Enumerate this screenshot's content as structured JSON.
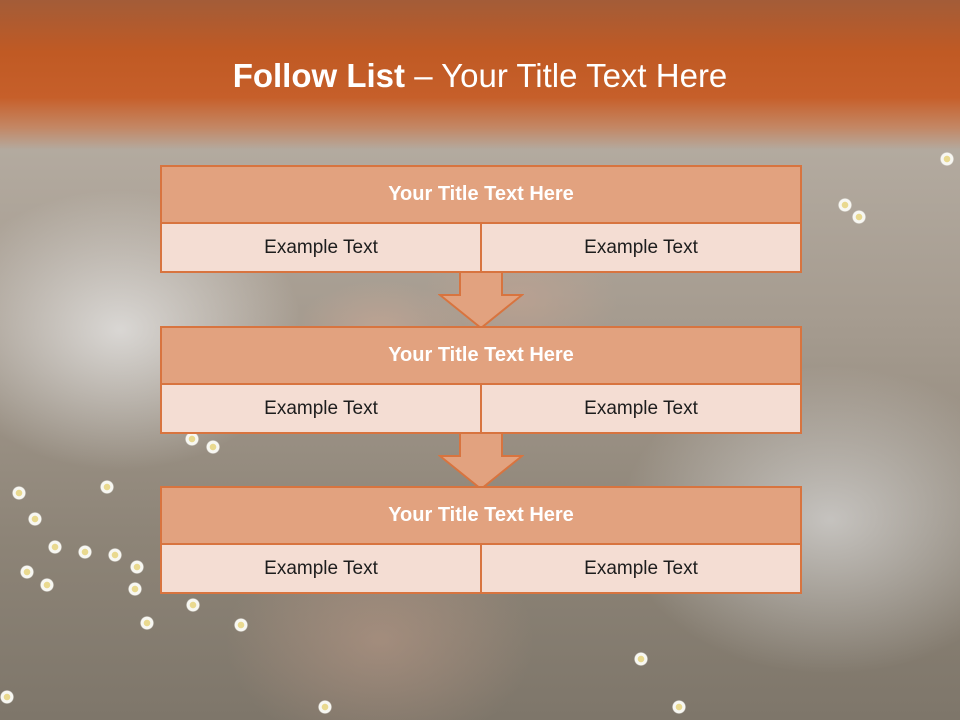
{
  "slide": {
    "title_bold": "Follow List",
    "title_rest": " – Your Title Text Here"
  },
  "steps": [
    {
      "title": "Your Title Text Here",
      "left": "Example Text",
      "right": "Example Text"
    },
    {
      "title": "Your Title Text Here",
      "left": "Example Text",
      "right": "Example Text"
    },
    {
      "title": "Your Title Text Here",
      "left": "Example Text",
      "right": "Example Text"
    }
  ],
  "colors": {
    "header": "#c65f2a",
    "block_title_fill": "#e2a27f",
    "block_cell_fill": "#f4ddd3",
    "border": "#d8743f"
  },
  "icons": {
    "connector": "down-arrow-icon"
  }
}
